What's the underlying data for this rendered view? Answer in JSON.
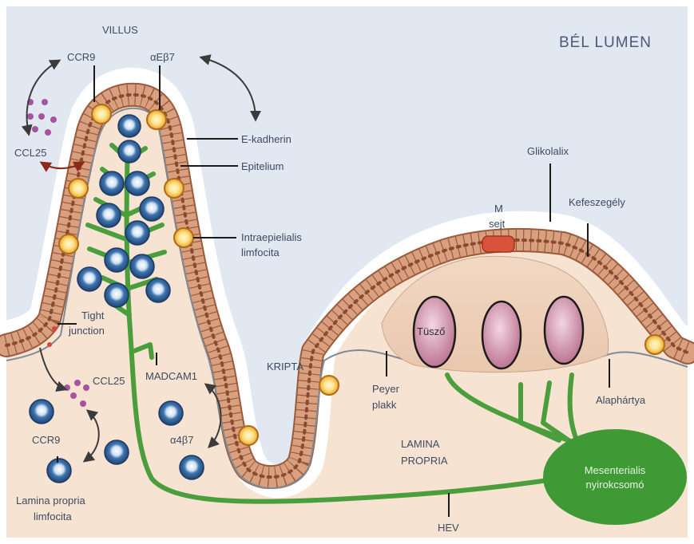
{
  "labels": {
    "bel_lumen": "BÉL  LUMEN",
    "villus": "VILLUS",
    "ccr9_top": "CCR9",
    "aeb7": "αEβ7",
    "ccl25_top": "CCL25",
    "e_kadherin": "E-kadherin",
    "epitelium": "Epitelium",
    "intraepielialis": "Intraepielialis",
    "limfocita_iel": "limfocita",
    "tight": "Tight",
    "junction": "junction",
    "ccl25_bottom": "CCL25",
    "madcam1": "MADCAM1",
    "kripta": "KRIPTA",
    "ccr9_bottom": "CCR9",
    "a4b7": "α4β7",
    "lp_limfocita_1": "Lamina  propria",
    "lp_limfocita_2": "limfocita",
    "lamina": "LAMINA",
    "propria": "PROPRIA",
    "hev": "HEV",
    "m": "M",
    "sejt": "sejt",
    "glikolalix": "Glikolalix",
    "kefeszegely": "Kefeszegély",
    "tusz": "Tüsző",
    "peyer": "Peyer",
    "plakk": "plakk",
    "alaphartya": "Alaphártya",
    "mesent_1": "Mesenterialis",
    "mesent_2": "nyirokcsomó"
  },
  "colors": {
    "lumen": "#e1e8f1",
    "tissue": "#f7e3d1",
    "epithelium": "#d49a78",
    "epithelium_border": "#9a5a3c",
    "vessel": "#4a9e3c",
    "lymphocyte": "#2f5e94",
    "iel": "#f3b83a",
    "follicle": "#cc8fa6",
    "m_cell": "#d8533a",
    "label": "#3d4a63"
  }
}
